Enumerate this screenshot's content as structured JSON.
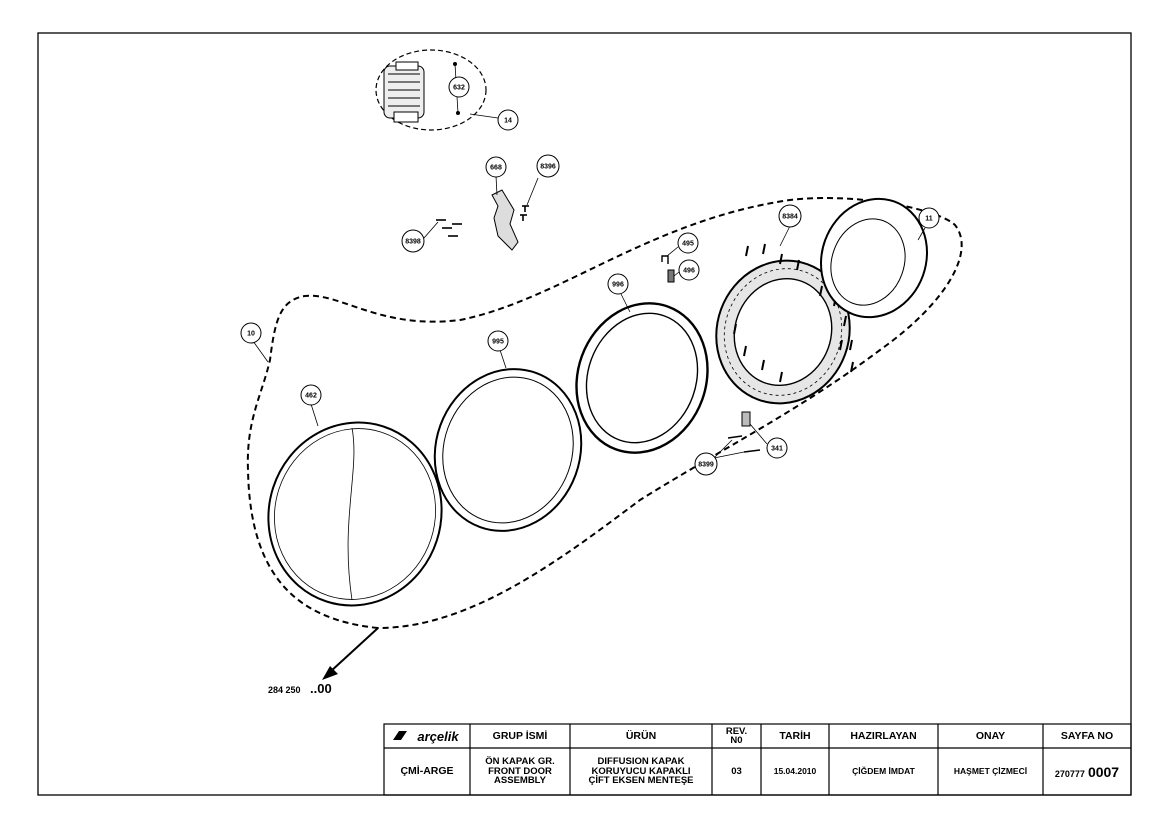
{
  "drawing": {
    "assembly_code_prefix": "284 250",
    "assembly_code_suffix": "..00",
    "callouts": [
      "632",
      "14",
      "668",
      "8396",
      "8398",
      "495",
      "496",
      "8384",
      "11",
      "996",
      "995",
      "10",
      "462",
      "341",
      "8399"
    ]
  },
  "title_block": {
    "logo": "arçelik",
    "headers": {
      "group": "GRUP İSMİ",
      "product": "ÜRÜN",
      "rev": "REV.\nN0",
      "date": "TARİH",
      "prepared": "HAZIRLAYAN",
      "approval": "ONAY",
      "page": "SAYFA NO"
    },
    "values": {
      "dept": "ÇMİ-ARGE",
      "group": "ÖN KAPAK GR.\nFRONT DOOR\nASSEMBLY",
      "product": "DIFFUSION KAPAK\nKORUYUCU KAPAKLI\nÇİFT EKSEN MENTEŞE",
      "rev": "03",
      "date": "15.04.2010",
      "prepared": "ÇİĞDEM İMDAT",
      "approval": "HAŞMET ÇİZMECİ",
      "page_prefix": "270777",
      "page_suffix": "0007"
    }
  },
  "colors": {
    "ink": "#000000",
    "paper": "#ffffff",
    "part_fill": "#e6e6e6"
  }
}
